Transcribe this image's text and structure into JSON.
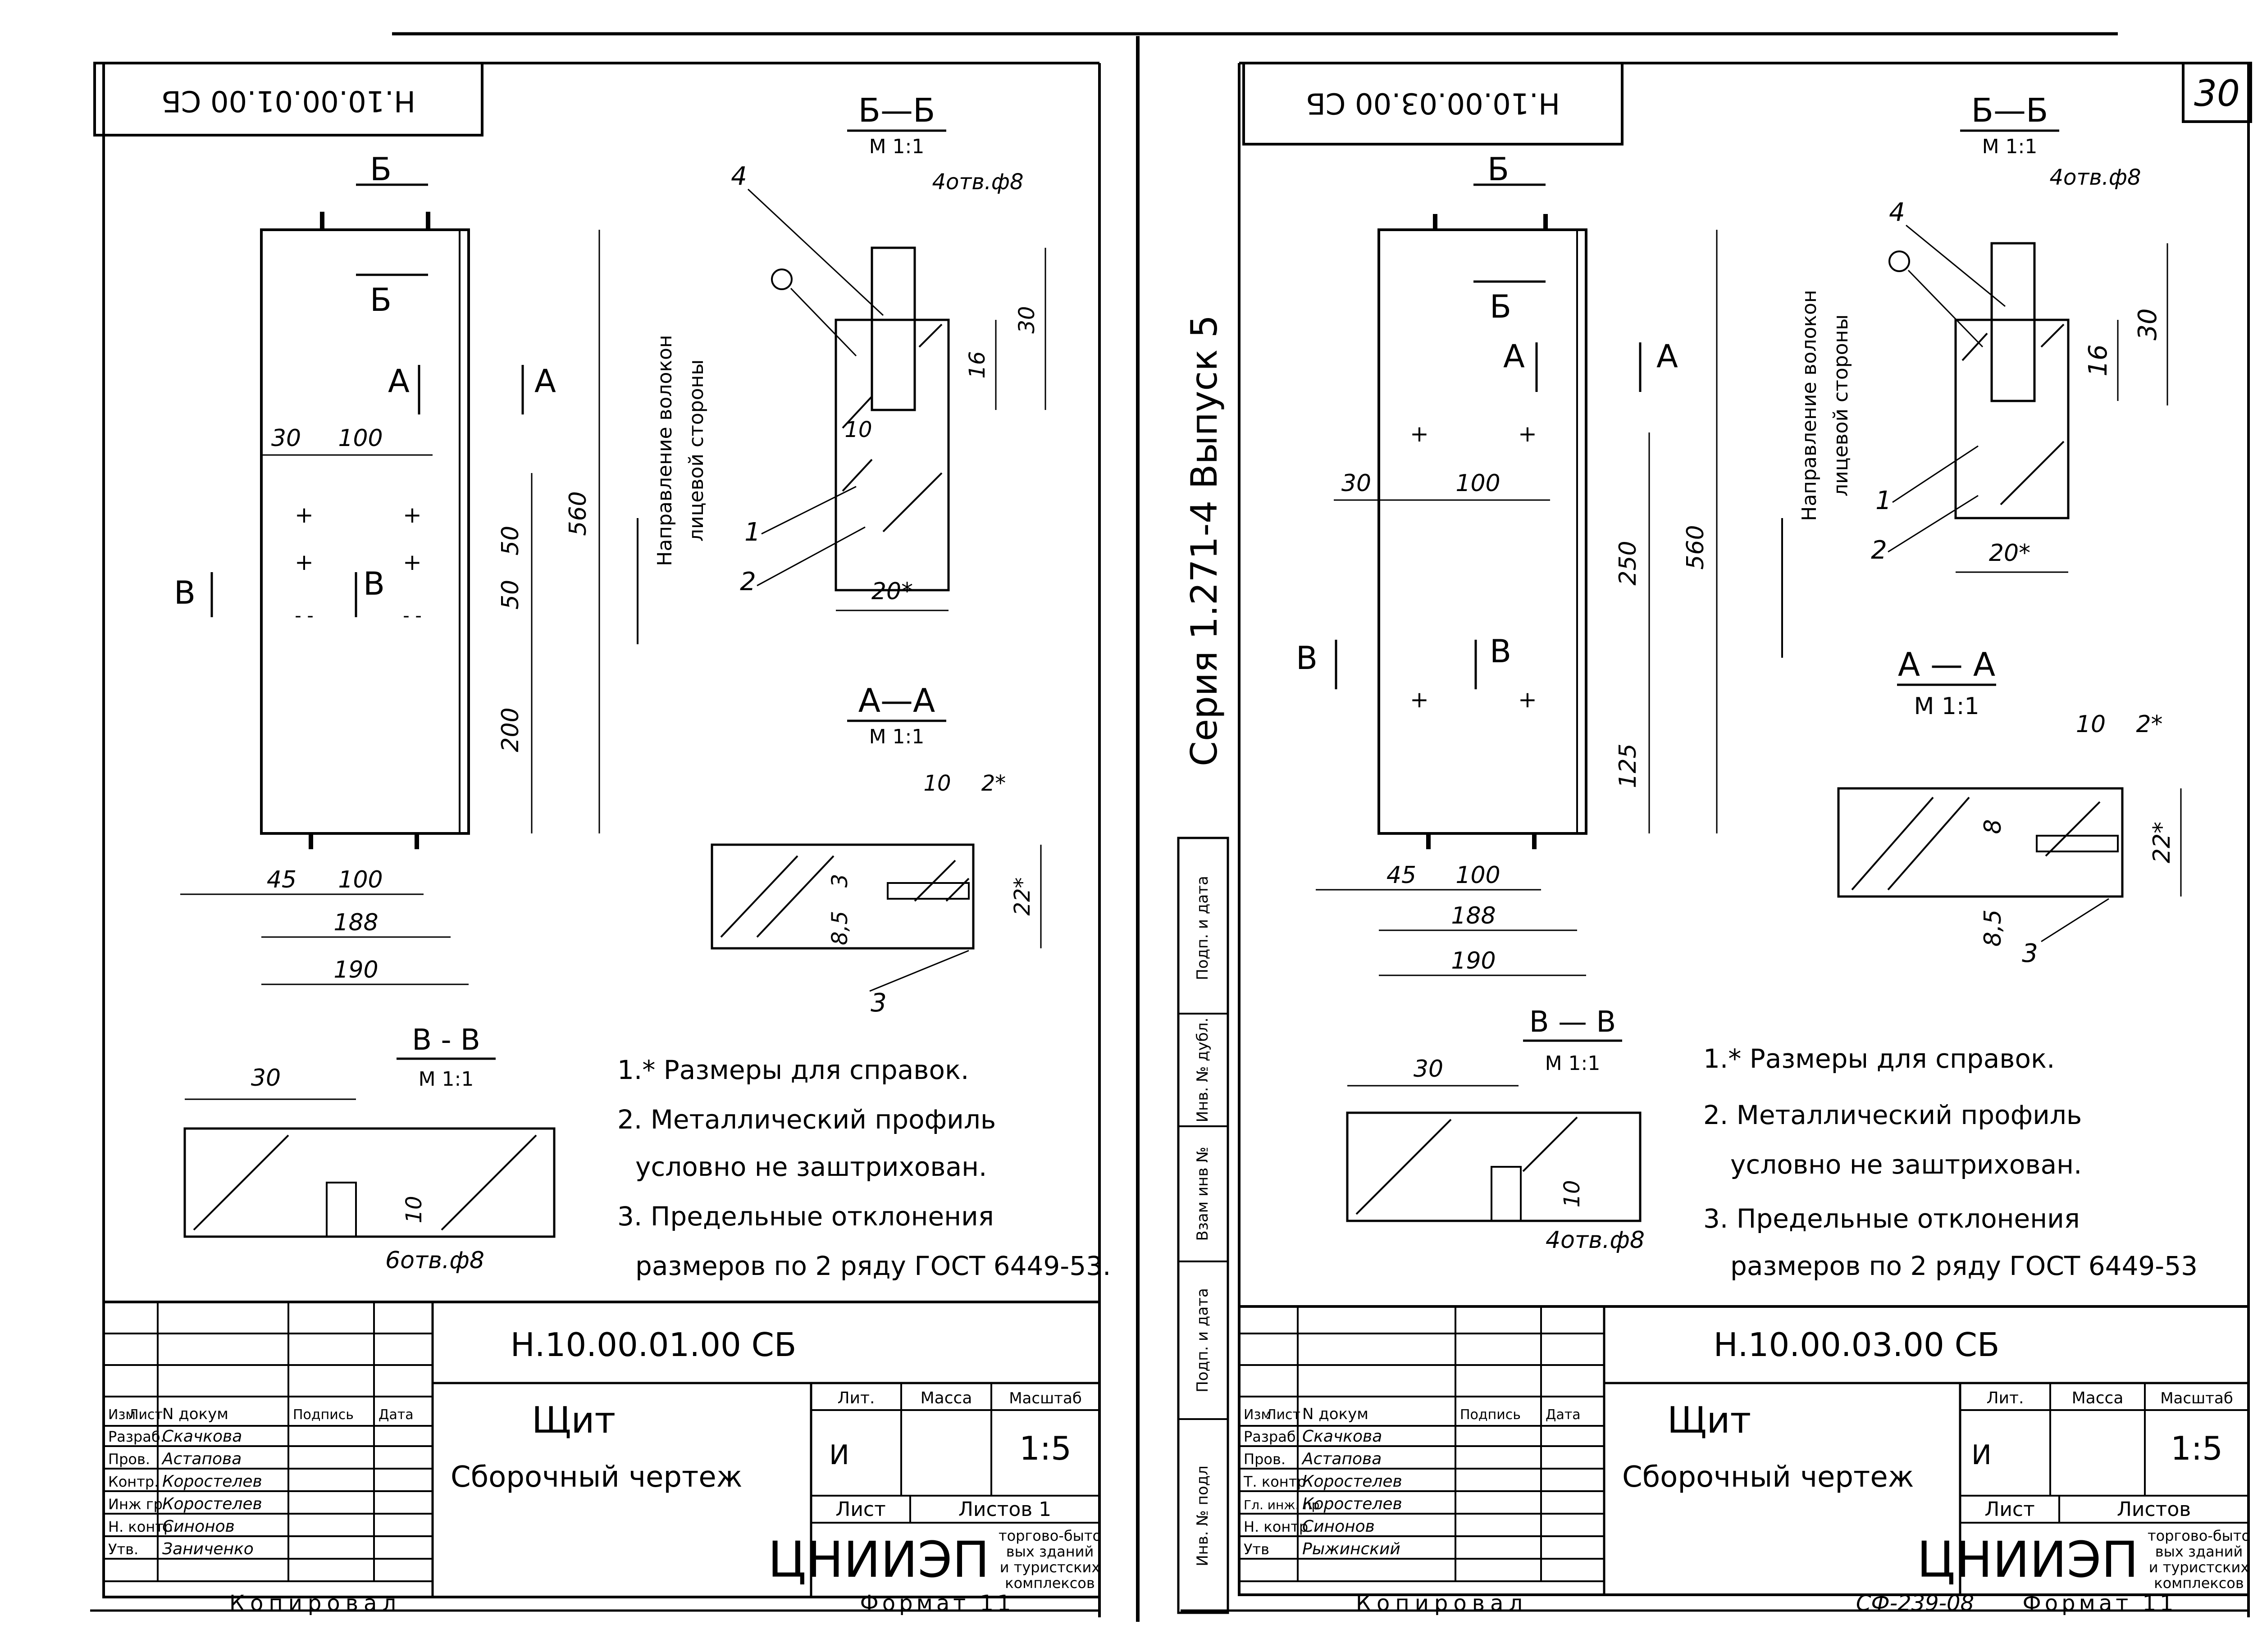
{
  "page_number": "30",
  "series_caption": "Серия 1.271-4 Выпуск 5",
  "left_margin_labels": [
    "Подп. и дата",
    "Инв. № дубл.",
    "Взам инв №",
    "Подп. и дата",
    "Инв. № подл"
  ],
  "drawings": [
    {
      "id": "left",
      "rotated_code": "Н.10.00.01.00 СБ",
      "section_bb": {
        "title": "Б—Б",
        "scale": "М 1:1",
        "holes": "4отв.ф8",
        "dims": [
          "30",
          "16",
          "10",
          "20*"
        ],
        "leaders": [
          "4",
          "1",
          "2"
        ]
      },
      "fiber_note": [
        "Направление волокон",
        "лицевой стороны"
      ],
      "panel": {
        "cut_labels": [
          "Б",
          "Б",
          "А",
          "А",
          "В",
          "В"
        ],
        "dims_top": [
          "30",
          "100"
        ],
        "dims_right": [
          "50",
          "50",
          "200",
          "560"
        ],
        "dims_bottom": [
          "45",
          "100",
          "188",
          "190"
        ]
      },
      "section_aa": {
        "title": "А—А",
        "scale": "М 1:1",
        "dims": [
          "10",
          "2*",
          "3",
          "8,5",
          "22*"
        ],
        "leader": "3"
      },
      "section_vv": {
        "title": "В - В",
        "scale": "М 1:1",
        "dims": [
          "30",
          "10"
        ],
        "holes": "6отв.ф8"
      },
      "notes": [
        "1.* Размеры для справок.",
        "2. Металлический профиль",
        "условно не заштрихован.",
        "3. Предельные отклонения",
        "размеров по 2 ряду ГОСТ 6449-53."
      ],
      "title_block": {
        "code": "Н.10.00.01.00 СБ",
        "name": "Щит",
        "subtitle": "Сборочный чертеж",
        "headers": {
          "lit": "Лит.",
          "mass": "Масса",
          "scale": "Масштаб"
        },
        "lit_value": "И",
        "scale_value": "1:5",
        "sheet_label": "Лист",
        "sheets_label": "Листов 1",
        "org_short": "ЦНИИЭП",
        "org_full": [
          "торгово-быто",
          "вых зданий",
          "и туристских",
          "комплексов"
        ],
        "col_headers": [
          "Изм",
          "Лист",
          "N докум",
          "Подпись",
          "Дата"
        ],
        "roles": [
          "Разраб.",
          "Пров.",
          "Контр.",
          "Инж гр",
          "Н. контр",
          "Утв."
        ],
        "names": [
          "Скачкова",
          "Астапова",
          "Коростелев",
          "Коростелев",
          "Синонов",
          "Заниченко"
        ],
        "copied": "Копировал",
        "format": "Формат 11"
      }
    },
    {
      "id": "right",
      "rotated_code": "Н.10.00.03.00 СБ",
      "section_bb": {
        "title": "Б—Б",
        "scale": "М 1:1",
        "holes": "4отв.ф8",
        "dims": [
          "30",
          "16",
          "20*"
        ],
        "leaders": [
          "4",
          "1",
          "2"
        ]
      },
      "fiber_note": [
        "Направление волокон",
        "лицевой стороны"
      ],
      "panel": {
        "cut_labels": [
          "Б",
          "Б",
          "А",
          "А",
          "В",
          "В"
        ],
        "dims_top": [
          "30",
          "100"
        ],
        "dims_right": [
          "250",
          "125",
          "560"
        ],
        "dims_bottom": [
          "45",
          "100",
          "188",
          "190"
        ]
      },
      "section_aa": {
        "title": "А — А",
        "scale": "М 1:1",
        "dims": [
          "10",
          "2*",
          "8",
          "8,5",
          "22*"
        ],
        "leader": "3"
      },
      "section_vv": {
        "title": "В — В",
        "scale": "М 1:1",
        "dims": [
          "30",
          "10"
        ],
        "holes": "4отв.ф8"
      },
      "notes": [
        "1.* Размеры для справок.",
        "2. Металлический профиль",
        "условно не заштрихован.",
        "3. Предельные отклонения",
        "размеров по 2 ряду ГОСТ 6449-53"
      ],
      "title_block": {
        "code": "Н.10.00.03.00 СБ",
        "name": "Щит",
        "subtitle": "Сборочный чертеж",
        "headers": {
          "lit": "Лит.",
          "mass": "Масса",
          "scale": "Масштаб"
        },
        "lit_value": "И",
        "scale_value": "1:5",
        "sheet_label": "Лист",
        "sheets_label": "Листов",
        "org_short": "ЦНИИЭП",
        "org_full": [
          "торгово-быто",
          "вых зданий",
          "и туристских",
          "комплексов"
        ],
        "col_headers": [
          "Изм",
          "Лист",
          "N докум",
          "Подпись",
          "Дата"
        ],
        "roles": [
          "Разраб.",
          "Пров.",
          "Т. контр",
          "Гл. инж. пр",
          "Н. контр",
          "Утв"
        ],
        "names": [
          "Скачкова",
          "Астапова",
          "Коростелев",
          "Коростелев",
          "Синонов",
          "Рыжинский"
        ],
        "copied": "Копировал",
        "format": "Формат 11",
        "stamp": "СФ-239-08"
      }
    }
  ]
}
